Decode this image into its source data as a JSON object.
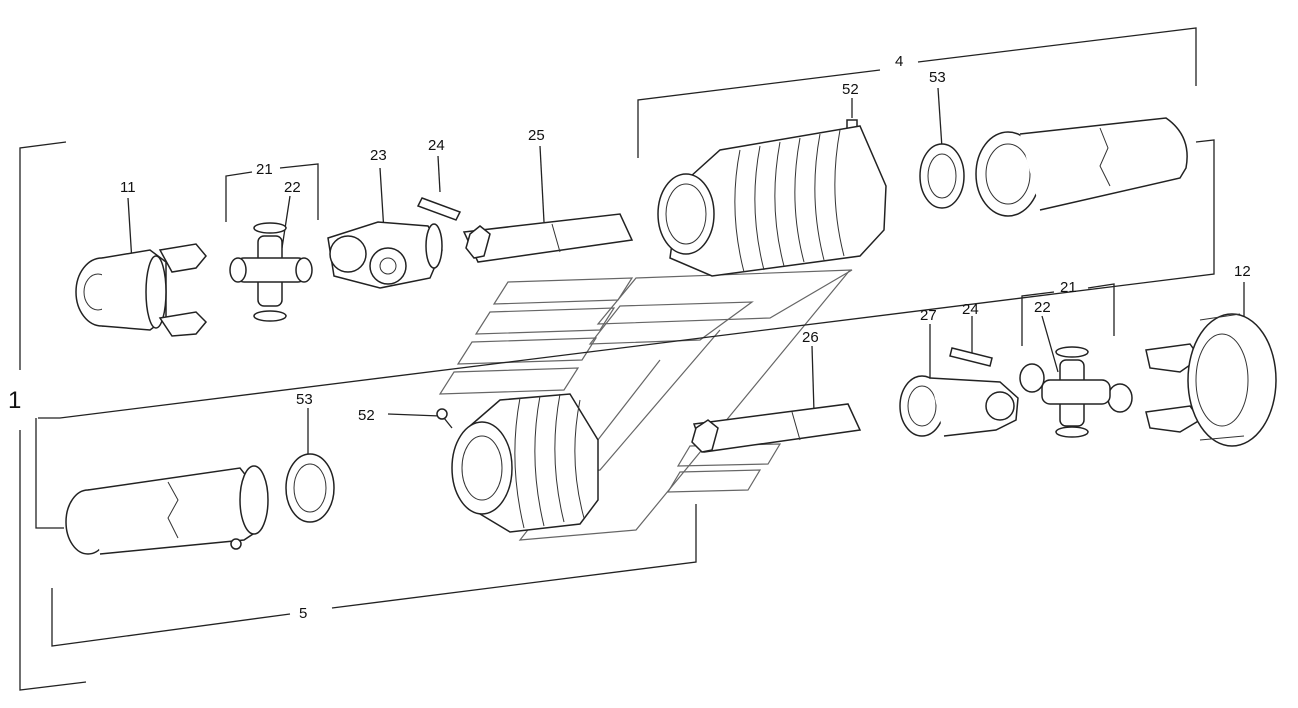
{
  "labels": {
    "l1": "1",
    "l4": "4",
    "l5": "5",
    "l11": "11",
    "l12": "12",
    "l21a": "21",
    "l21b": "21",
    "l22a": "22",
    "l22b": "22",
    "l23": "23",
    "l24a": "24",
    "l24b": "24",
    "l25": "25",
    "l26": "26",
    "l27": "27",
    "l52a": "52",
    "l52b": "52",
    "l53a": "53",
    "l53b": "53"
  }
}
